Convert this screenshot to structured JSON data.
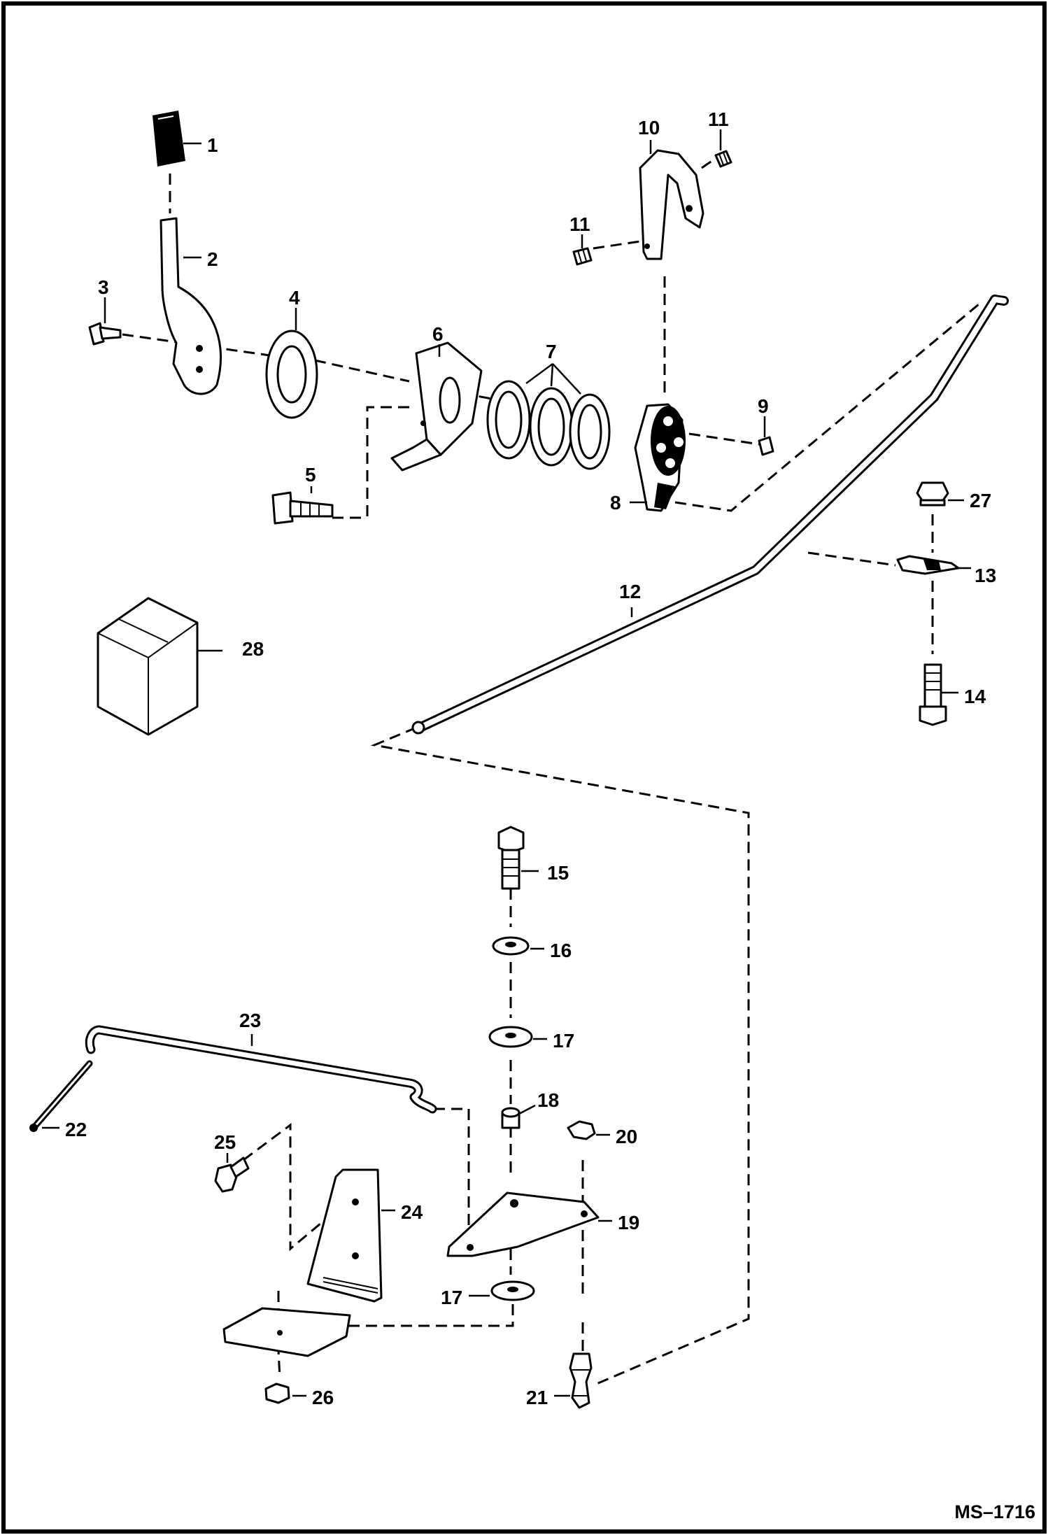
{
  "drawing_code": "MS–1716",
  "callouts": {
    "p1": "1",
    "p2": "2",
    "p3": "3",
    "p4": "4",
    "p5": "5",
    "p6": "6",
    "p7": "7",
    "p8": "8",
    "p9": "9",
    "p10": "10",
    "p11a": "11",
    "p11b": "11",
    "p12": "12",
    "p13": "13",
    "p14": "14",
    "p15": "15",
    "p16": "16",
    "p17a": "17",
    "p17b": "17",
    "p18": "18",
    "p19": "19",
    "p20": "20",
    "p21": "21",
    "p22": "22",
    "p23": "23",
    "p24": "24",
    "p25": "25",
    "p26": "26",
    "p27": "27",
    "p28": "28"
  }
}
